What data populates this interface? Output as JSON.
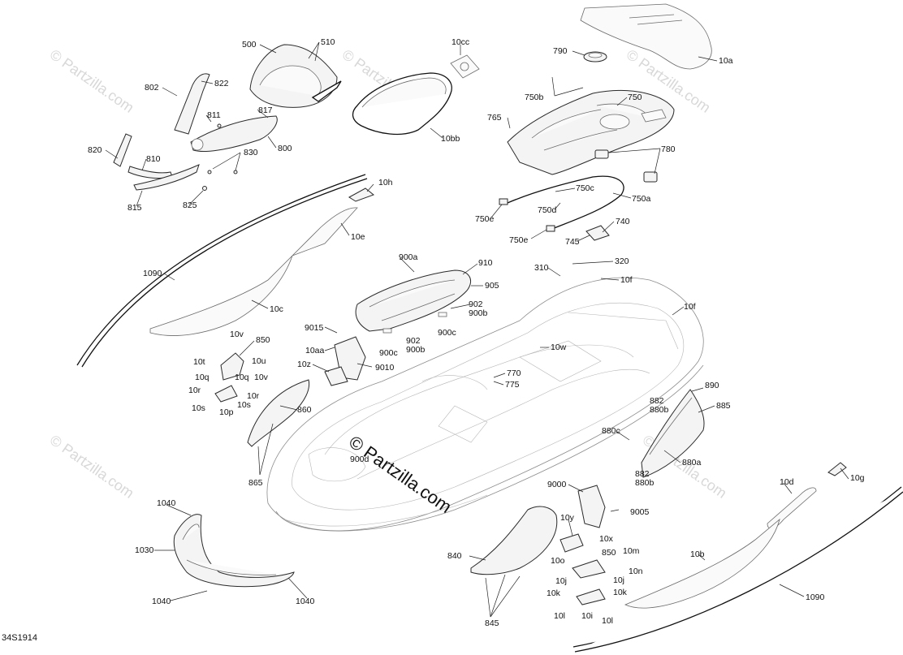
{
  "diagram_code": "34S1914",
  "watermark": "© Partzilla.com",
  "center_watermark": "© Partzilla.com",
  "labels": {
    "l500": "500",
    "l510": "510",
    "l802": "802",
    "l822": "822",
    "l811": "811",
    "l817": "817",
    "l800": "800",
    "l830": "830",
    "l820": "820",
    "l810": "810",
    "l815": "815",
    "l825": "825",
    "l10cc": "10cc",
    "l10bb": "10bb",
    "l10a": "10a",
    "l790": "790",
    "l750b": "750b",
    "l750": "750",
    "l765": "765",
    "l780": "780",
    "l750c": "750c",
    "l750a": "750a",
    "l750d": "750d",
    "l750e1": "750e",
    "l740": "740",
    "l750e2": "750e",
    "l745": "745",
    "l10h": "10h",
    "l10e": "10e",
    "l1090a": "1090",
    "l10c": "10c",
    "l900a": "900a",
    "l910": "910",
    "l905": "905",
    "l902a": "902",
    "l900ba": "900b",
    "l900c1": "900c",
    "l902b": "902",
    "l900bb": "900b",
    "l900c2": "900c",
    "l310": "310",
    "l320": "320",
    "l10f1": "10f",
    "l10f2": "10f",
    "l9015": "9015",
    "l10aa": "10aa",
    "l10z": "10z",
    "l9010": "9010",
    "l10w": "10w",
    "l770": "770",
    "l775": "775",
    "l10v1": "10v",
    "l850a": "850",
    "l10t": "10t",
    "l10u": "10u",
    "l10q1": "10q",
    "l10q2": "10q",
    "l10v2": "10v",
    "l10r1": "10r",
    "l10r2": "10r",
    "l10s1": "10s",
    "l10s2": "10s",
    "l10p": "10p",
    "l860": "860",
    "l865": "865",
    "l890": "890",
    "l882a": "882",
    "l880ba": "880b",
    "l885": "885",
    "l880c": "880c",
    "l880a": "880a",
    "l882b": "882",
    "l880bb": "880b",
    "l10g": "10g",
    "l10d": "10d",
    "l9000": "9000",
    "l9005": "9005",
    "l10y": "10y",
    "l10x": "10x",
    "l840": "840",
    "l10o": "10o",
    "l10m": "10m",
    "l850b": "850",
    "l10n": "10n",
    "l10j1": "10j",
    "l10j2": "10j",
    "l10k1": "10k",
    "l10k2": "10k",
    "l10l1": "10l",
    "l10i": "10i",
    "l10l2": "10l",
    "l845": "845",
    "l10b": "10b",
    "l1090b": "1090",
    "l1040a": "1040",
    "l1030": "1030",
    "l1040b": "1040",
    "l1040c": "1040",
    "l900d": "900d"
  },
  "colors": {
    "line": "#2a2a2a",
    "hull": "#8c8c8c",
    "watermark": "#d8d8d8"
  }
}
